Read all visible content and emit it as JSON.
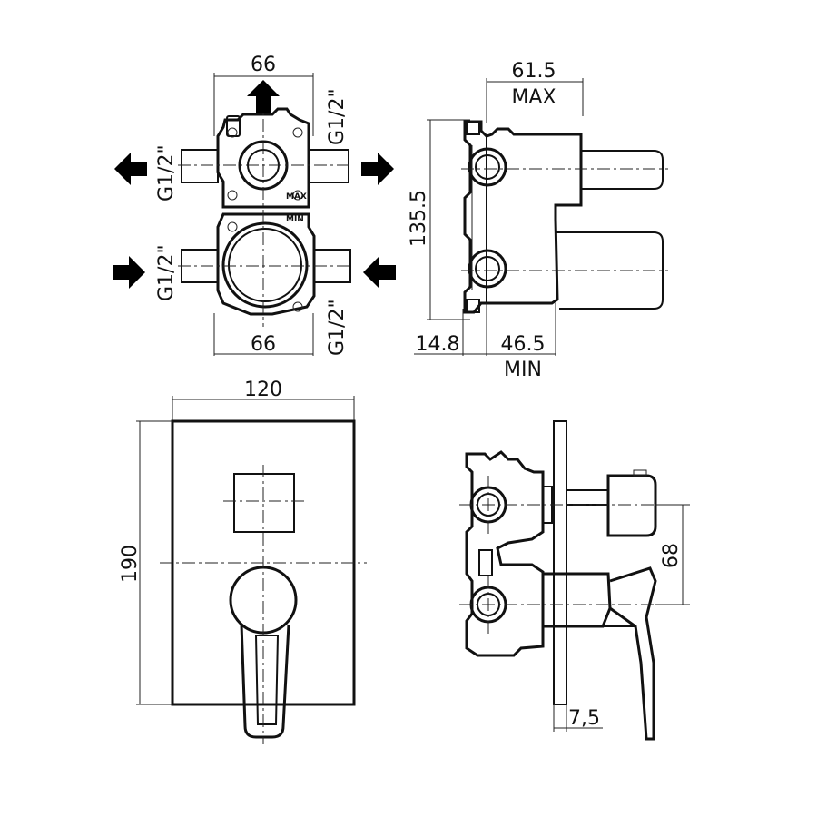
{
  "views": {
    "front_box": {
      "width_top": "66",
      "width_bottom": "66",
      "thread_top_right": "G1/2\"",
      "thread_left_upper": "G1/2\"",
      "thread_left_lower": "G1/2\"",
      "thread_bottom_right": "G1/2\"",
      "label_max": "MAX",
      "label_min": "MIN"
    },
    "side_box": {
      "depth_top": "61.5",
      "depth_top_note": "MAX",
      "height": "135.5",
      "offset": "14.8",
      "depth_bottom": "46.5",
      "depth_bottom_note": "MIN"
    },
    "front_plate": {
      "width": "120",
      "height": "190"
    },
    "side_assembly": {
      "handle_offset": "68",
      "plate_thickness": "7,5"
    }
  }
}
